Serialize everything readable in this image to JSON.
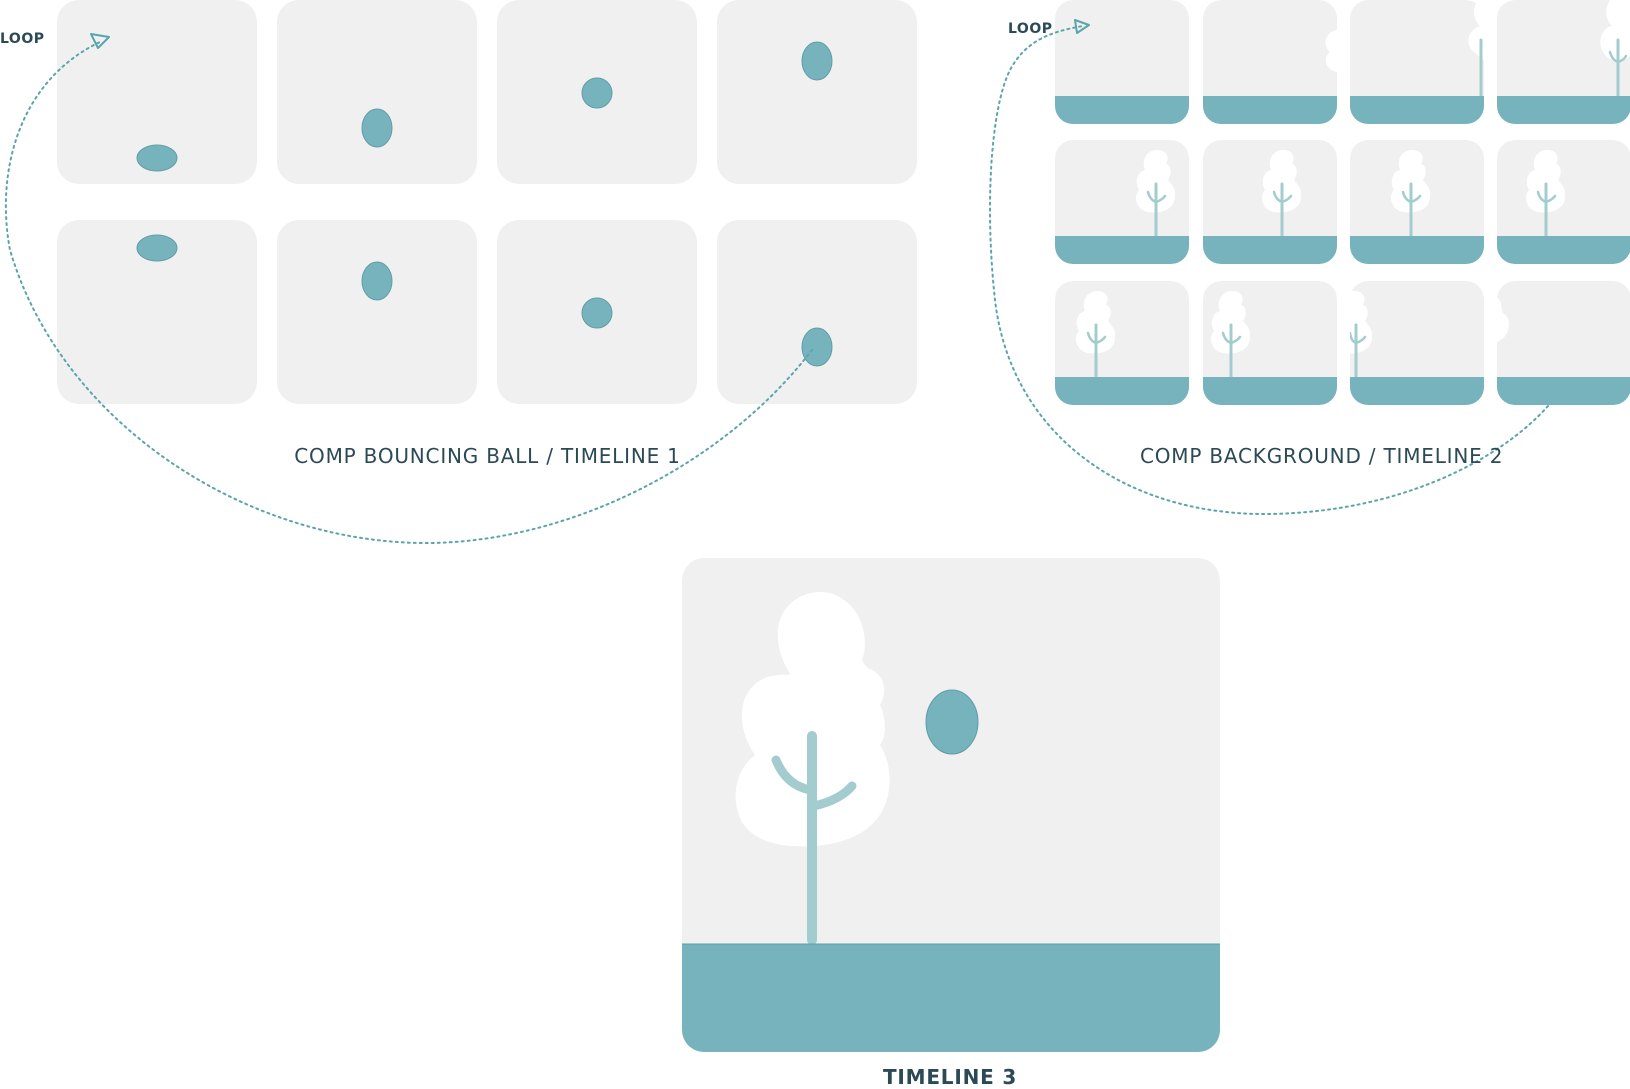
{
  "colors": {
    "panel": "#f0f0f0",
    "ball": "#77b3bd",
    "ground": "#77b3bd",
    "trunk": "#a3cccf",
    "foliage": "#ffffff",
    "arrow": "#5ba4ae",
    "text": "#2b4a55"
  },
  "timeline1": {
    "label": "COMP BOUNCING BALL / TIMELINE 1",
    "loop_label": "LOOP"
  },
  "timeline2": {
    "label": "COMP BACKGROUND / TIMELINE 2",
    "loop_label": "LOOP"
  },
  "timeline3": {
    "label": "TIMELINE 3"
  }
}
